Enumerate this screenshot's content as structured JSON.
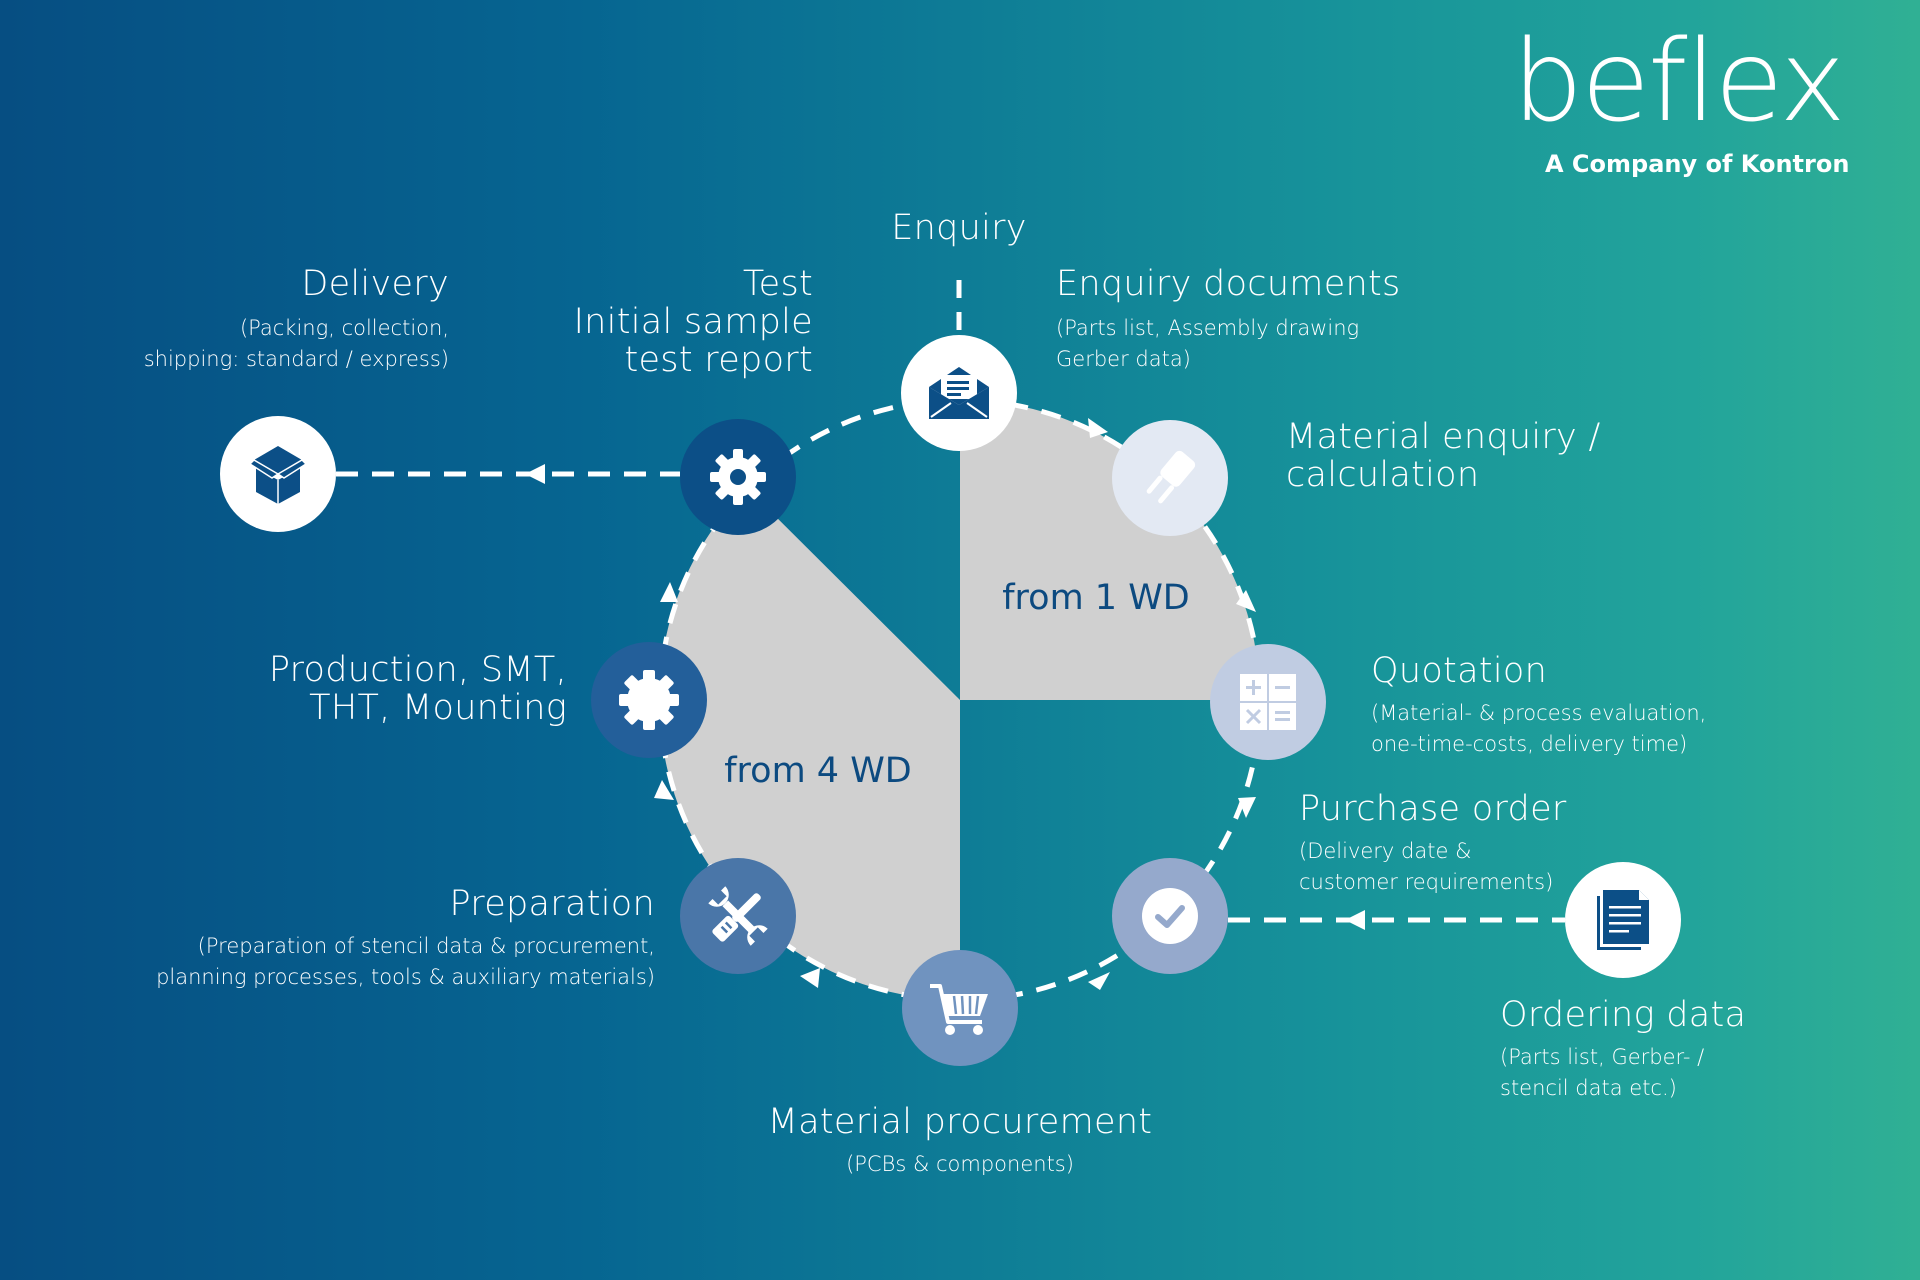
{
  "brand": {
    "name": "beflex",
    "tagline": "A Company of Kontron"
  },
  "colors": {
    "pie_fill": "#d0d0d0",
    "wd_text": "#0c4a80",
    "icon_dark": "#0c4f87",
    "icon_production": "#235f9a",
    "icon_preparation": "#4a76a8",
    "icon_procurement": "#7093bf",
    "icon_purchase": "#95a9cc",
    "icon_quotation": "#c0cce2",
    "icon_material": "#e3e9f3",
    "icon_white": "#ffffff"
  },
  "durations": {
    "short": "from 1 WD",
    "long": "from 4 WD"
  },
  "steps": {
    "enquiry": {
      "label": "Enquiry",
      "icon": "envelope-icon"
    },
    "enquiry_documents": {
      "title": "Enquiry documents",
      "sub1": "(Parts list, Assembly drawing",
      "sub2": "Gerber data)",
      "icon": "envelope-icon"
    },
    "material_enquiry": {
      "title1": "Material enquiry /",
      "title2": "calculation",
      "icon": "plug-icon"
    },
    "quotation": {
      "title": "Quotation",
      "sub1": "(Material- & process evaluation,",
      "sub2": "one-time-costs, delivery time)",
      "icon": "calculator-icon"
    },
    "purchase_order": {
      "title": "Purchase order",
      "sub1": "(Delivery date &",
      "sub2": "customer requirements)",
      "icon": "checkmark-icon"
    },
    "ordering_data": {
      "title": "Ordering data",
      "sub1": "(Parts list, Gerber- /",
      "sub2": "stencil data etc.)",
      "icon": "document-icon"
    },
    "material_procurement": {
      "title": "Material procurement",
      "sub1": "(PCBs & components)",
      "icon": "cart-icon"
    },
    "preparation": {
      "title": "Preparation",
      "sub1": "(Preparation of stencil data & procurement,",
      "sub2": "planning processes, tools & auxiliary materials)",
      "icon": "tools-icon"
    },
    "production": {
      "title1": "Production, SMT,",
      "title2": "THT, Mounting",
      "icon": "cog-icon"
    },
    "test": {
      "title1": "Test",
      "title2": "Initial sample",
      "title3": "test report",
      "icon": "gear-icon"
    },
    "delivery": {
      "title": "Delivery",
      "sub1": "(Packing, collection,",
      "sub2": "shipping: standard / express)",
      "icon": "box-icon"
    }
  }
}
